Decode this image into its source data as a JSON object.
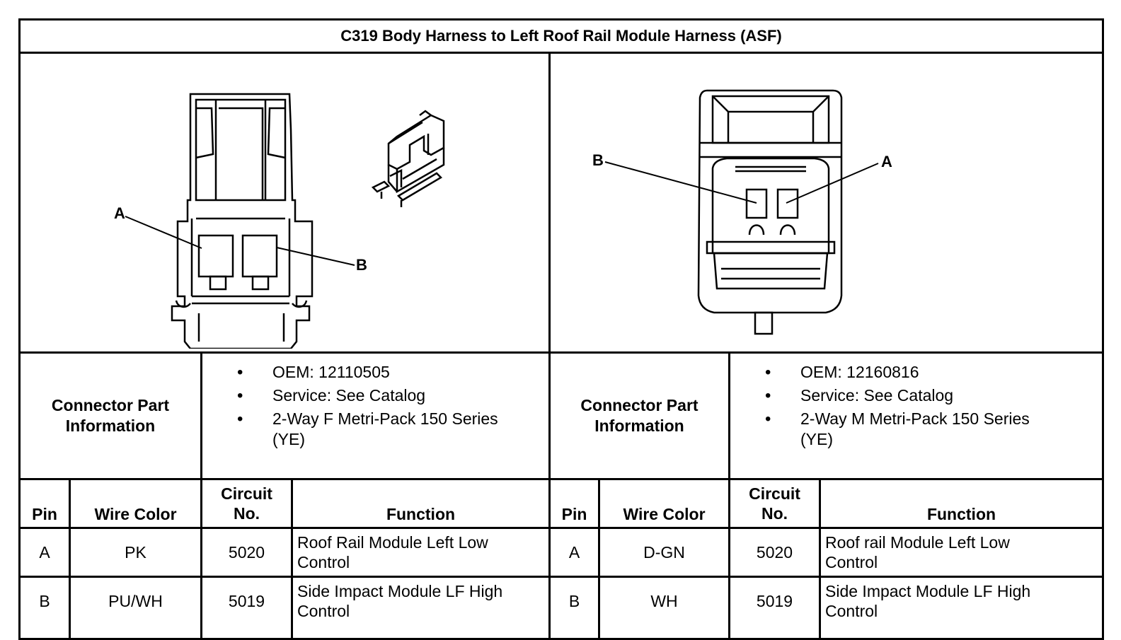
{
  "title": "C319 Body Harness to Left Roof Rail Module Harness (ASF)",
  "left": {
    "callouts": {
      "a": "A",
      "b": "B"
    },
    "info_label_line1": "Connector Part",
    "info_label_line2": "Information",
    "info_items": [
      "OEM: 12110505",
      "Service: See Catalog",
      "2-Way F Metri-Pack 150 Series"
    ],
    "info_item_wrap": "(YE)",
    "headers": {
      "pin": "Pin",
      "wire_color": "Wire Color",
      "circuit_line1": "Circuit",
      "circuit_line2": "No.",
      "function": "Function"
    },
    "rows": [
      {
        "pin": "A",
        "wire_color": "PK",
        "circuit": "5020",
        "function_line1": "Roof Rail Module Left Low",
        "function_line2": "Control"
      },
      {
        "pin": "B",
        "wire_color": "PU/WH",
        "circuit": "5019",
        "function_line1": "Side Impact Module LF High",
        "function_line2": "Control"
      }
    ]
  },
  "right": {
    "callouts": {
      "a": "A",
      "b": "B"
    },
    "info_label_line1": "Connector Part",
    "info_label_line2": "Information",
    "info_items": [
      "OEM: 12160816",
      "Service: See Catalog",
      "2-Way M Metri-Pack 150 Series"
    ],
    "info_item_wrap": "(YE)",
    "headers": {
      "pin": "Pin",
      "wire_color": "Wire Color",
      "circuit_line1": "Circuit",
      "circuit_line2": "No.",
      "function": "Function"
    },
    "rows": [
      {
        "pin": "A",
        "wire_color": "D-GN",
        "circuit": "5020",
        "function_line1": "Roof rail Module Left Low",
        "function_line2": "Control"
      },
      {
        "pin": "B",
        "wire_color": "WH",
        "circuit": "5019",
        "function_line1": "Side Impact Module LF High",
        "function_line2": "Control"
      }
    ]
  }
}
